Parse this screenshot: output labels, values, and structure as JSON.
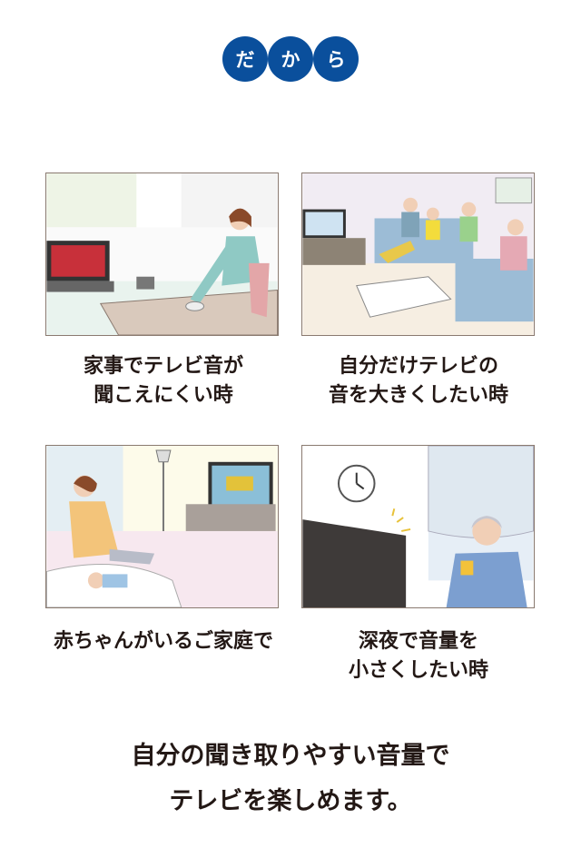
{
  "badge": {
    "chars": [
      "だ",
      "か",
      "ら"
    ],
    "color": "#0a4f9c"
  },
  "scenes": [
    {
      "caption_line1": "家事でテレビ音が",
      "caption_line2": "聞こえにくい時"
    },
    {
      "caption_line1": "自分だけテレビの",
      "caption_line2": "音を大きくしたい時"
    },
    {
      "caption_line1": "赤ちゃんがいるご家庭で",
      "caption_line2": ""
    },
    {
      "caption_line1": "深夜で音量を",
      "caption_line2": "小さくしたい時"
    }
  ],
  "footer": {
    "line1": "自分の聞き取りやすい音量で",
    "line2": "テレビを楽しめます。"
  }
}
